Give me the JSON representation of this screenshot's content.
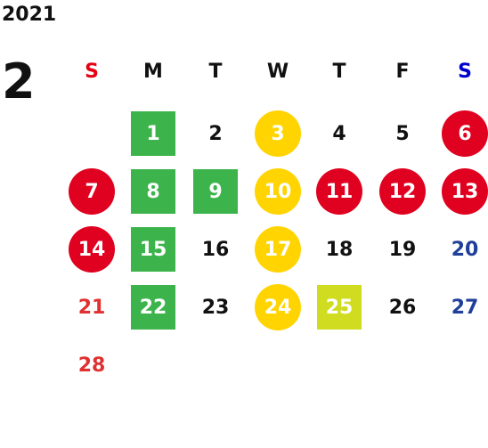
{
  "year": "2021",
  "month": "2",
  "weekdays": [
    {
      "label": "S",
      "color": "#e60012"
    },
    {
      "label": "M",
      "color": "#111111"
    },
    {
      "label": "T",
      "color": "#111111"
    },
    {
      "label": "W",
      "color": "#111111"
    },
    {
      "label": "T",
      "color": "#111111"
    },
    {
      "label": "F",
      "color": "#111111"
    },
    {
      "label": "S",
      "color": "#0000cc"
    }
  ],
  "colors": {
    "green": "#3cb44b",
    "yellow": "#ffd400",
    "red": "#e0001f",
    "lime": "#cfdc1f",
    "sunday_text": "#e03030",
    "saturday_text": "#1f3f9a",
    "default_text": "#111111",
    "marked_text": "#ffffff"
  },
  "weeks": [
    [
      null,
      {
        "label": "1",
        "mark": "green-square"
      },
      {
        "label": "2",
        "mark": "none"
      },
      {
        "label": "3",
        "mark": "yellow-circle"
      },
      {
        "label": "4",
        "mark": "none"
      },
      {
        "label": "5",
        "mark": "none"
      },
      {
        "label": "6",
        "mark": "red-circle"
      }
    ],
    [
      {
        "label": "7",
        "mark": "red-circle"
      },
      {
        "label": "8",
        "mark": "green-square"
      },
      {
        "label": "9",
        "mark": "green-square"
      },
      {
        "label": "10",
        "mark": "yellow-circle"
      },
      {
        "label": "11",
        "mark": "red-circle"
      },
      {
        "label": "12",
        "mark": "red-circle"
      },
      {
        "label": "13",
        "mark": "red-circle"
      }
    ],
    [
      {
        "label": "14",
        "mark": "red-circle"
      },
      {
        "label": "15",
        "mark": "green-square"
      },
      {
        "label": "16",
        "mark": "none"
      },
      {
        "label": "17",
        "mark": "yellow-circle"
      },
      {
        "label": "18",
        "mark": "none"
      },
      {
        "label": "19",
        "mark": "none"
      },
      {
        "label": "20",
        "mark": "none"
      }
    ],
    [
      {
        "label": "21",
        "mark": "none"
      },
      {
        "label": "22",
        "mark": "green-square"
      },
      {
        "label": "23",
        "mark": "none"
      },
      {
        "label": "24",
        "mark": "yellow-circle"
      },
      {
        "label": "25",
        "mark": "lime-square"
      },
      {
        "label": "26",
        "mark": "none"
      },
      {
        "label": "27",
        "mark": "none"
      }
    ],
    [
      {
        "label": "28",
        "mark": "none"
      },
      null,
      null,
      null,
      null,
      null,
      null
    ]
  ]
}
